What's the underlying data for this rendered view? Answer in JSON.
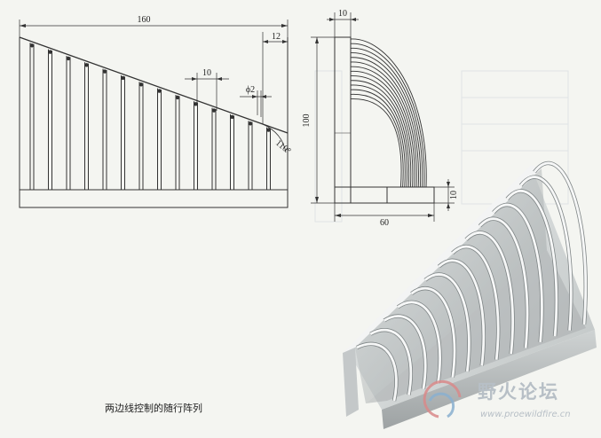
{
  "caption": "两边线控制的随行阵列",
  "front_view": {
    "dim_total_width": "160",
    "dim_right_offset": "12",
    "dim_spacing": "10",
    "dim_diameter": "ϕ2",
    "dim_angle": "110°"
  },
  "side_view": {
    "dim_top_width": "10",
    "dim_height": "100",
    "dim_base_thickness": "10",
    "dim_width": "60"
  },
  "watermark": {
    "name": "野火论坛",
    "url": "www.proewildfire.cn",
    "colors": {
      "ring_red": "#d98a8a",
      "ring_blue": "#8ab0d0",
      "text": "#b7bfc6"
    }
  }
}
